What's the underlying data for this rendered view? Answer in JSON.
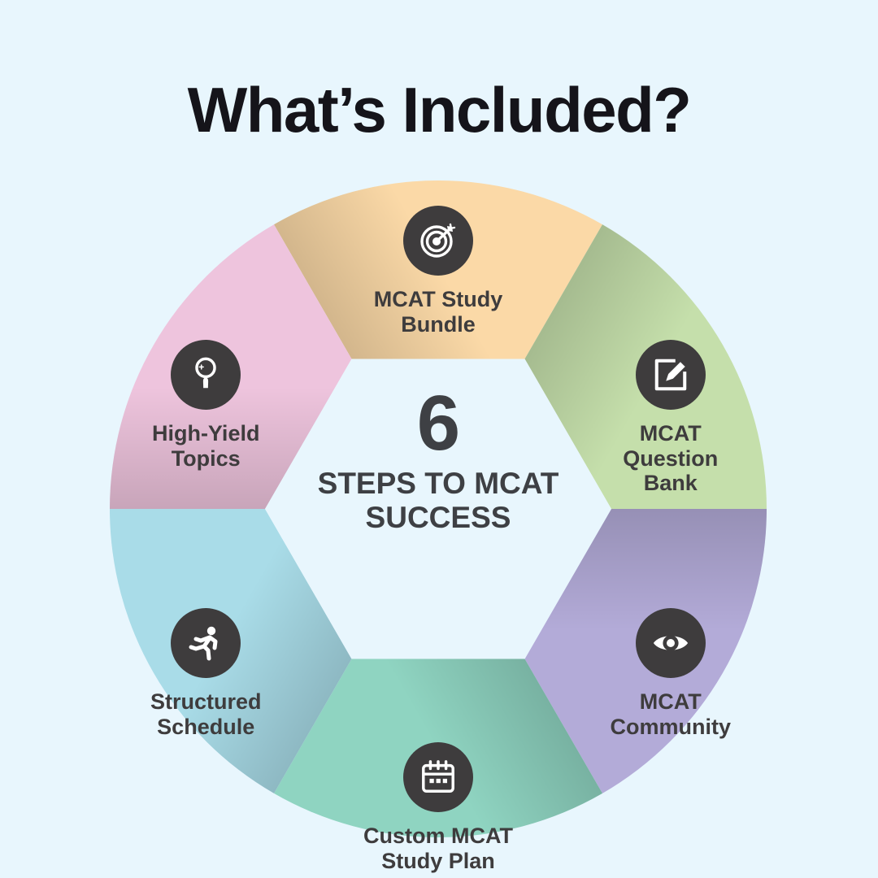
{
  "page": {
    "background_color": "#e8f6fd",
    "title": "What’s Included?"
  },
  "center": {
    "number": "6",
    "caption": "STEPS TO\nMCAT\nSUCCESS",
    "text_color": "#3e4044",
    "fill_color": "#e8f6fd"
  },
  "chart_data": {
    "type": "pie",
    "title": "What’s Included?",
    "subtitle": "6 STEPS TO MCAT SUCCESS",
    "legend": "none",
    "slice_count": 6,
    "slice_share_percent": 16.67,
    "inner_shape": "hexagon",
    "outer_shape": "circle",
    "categories": [
      "MCAT Study Bundle",
      "MCAT Question Bank",
      "MCAT Community",
      "Custom MCAT Study Plan",
      "Structured Schedule",
      "High-Yield Topics"
    ],
    "values": [
      1,
      1,
      1,
      1,
      1,
      1
    ],
    "colors": [
      "#fbd9a7",
      "#c5dfab",
      "#b3abd8",
      "#8fd4c1",
      "#a9dce8",
      "#eec4dd"
    ]
  },
  "segments": [
    {
      "id": "mcat-study-bundle",
      "label": "MCAT Study\nBundle",
      "color": "#fbd9a7",
      "icon": "target-icon",
      "icon_circle_color": "#3e3c3d",
      "position": "top"
    },
    {
      "id": "mcat-question-bank",
      "label": "MCAT\nQuestion\nBank",
      "color": "#c5dfab",
      "icon": "edit-square-icon",
      "icon_circle_color": "#3e3c3d",
      "position": "upper-right"
    },
    {
      "id": "mcat-community",
      "label": "MCAT\nCommunity",
      "color": "#b3abd8",
      "icon": "eye-icon",
      "icon_circle_color": "#3e3c3d",
      "position": "lower-right"
    },
    {
      "id": "custom-mcat-study-plan",
      "label": "Custom MCAT\nStudy Plan",
      "color": "#8fd4c1",
      "icon": "calendar-icon",
      "icon_circle_color": "#3e3c3d",
      "position": "bottom"
    },
    {
      "id": "structured-schedule",
      "label": "Structured\nSchedule",
      "color": "#a9dce8",
      "icon": "runner-icon",
      "icon_circle_color": "#3e3c3d",
      "position": "lower-left"
    },
    {
      "id": "high-yield-topics",
      "label": "High-Yield\nTopics",
      "color": "#eec4dd",
      "icon": "magnifier-icon",
      "icon_circle_color": "#3e3c3d",
      "position": "upper-left"
    }
  ]
}
